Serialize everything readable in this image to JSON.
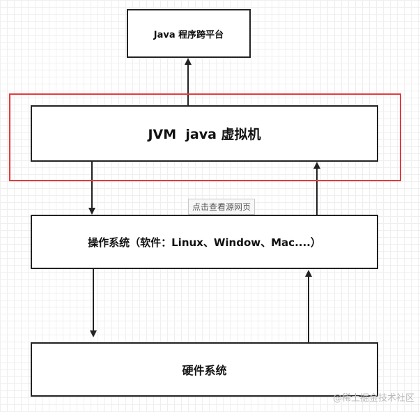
{
  "diagram": {
    "nodes": {
      "platform": {
        "label": "Java 程序跨平台"
      },
      "jvm": {
        "label": "JVM  java 虚拟机"
      },
      "os": {
        "label": "操作系统（软件：Linux、Window、Mac....）"
      },
      "hardware": {
        "label": "硬件系统"
      }
    },
    "edges": [
      {
        "from": "jvm",
        "to": "platform",
        "direction": "up"
      },
      {
        "from": "jvm",
        "to": "os",
        "direction": "down"
      },
      {
        "from": "os",
        "to": "jvm",
        "direction": "up"
      },
      {
        "from": "os",
        "to": "hardware",
        "direction": "down"
      },
      {
        "from": "hardware",
        "to": "os",
        "direction": "up"
      }
    ],
    "highlight_color": "#e23c3c"
  },
  "overlay": {
    "tooltip": "点击查看源网页",
    "watermark": "@稀土掘金技术社区"
  }
}
